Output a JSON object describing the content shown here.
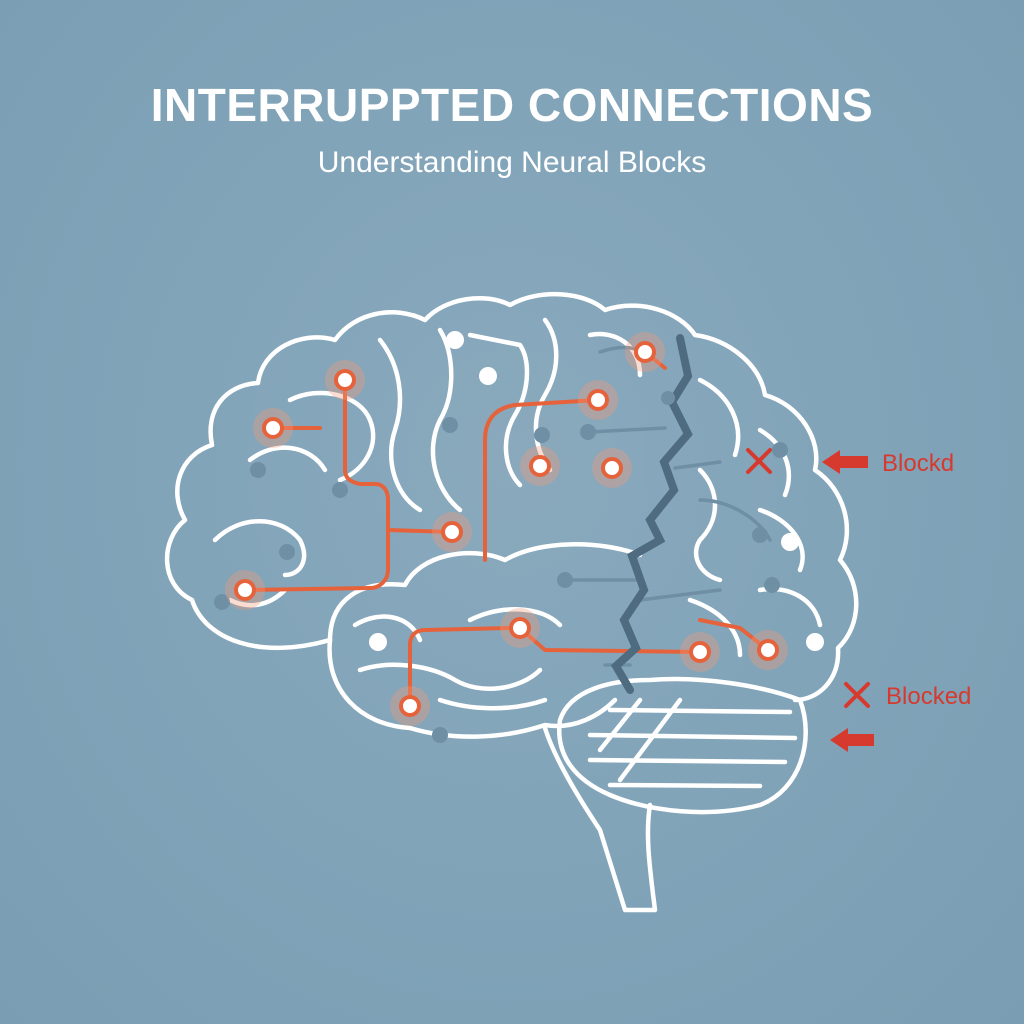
{
  "title": "INTERRUPPTED CONNECTIONS",
  "subtitle": "Understanding Neural Blocks",
  "annotations": [
    {
      "label": "Blockd"
    },
    {
      "label": "Blocked"
    }
  ],
  "colors": {
    "background": "#80a3b8",
    "outline": "#ffffff",
    "active_pathway": "#e5623b",
    "inactive_pathway": "#6f8fa5",
    "crack": "#4f6b80",
    "blocked_marker": "#d63a2e"
  },
  "icons": [
    "brain-outline",
    "fracture-line",
    "x-mark-icon",
    "arrow-left-icon"
  ]
}
